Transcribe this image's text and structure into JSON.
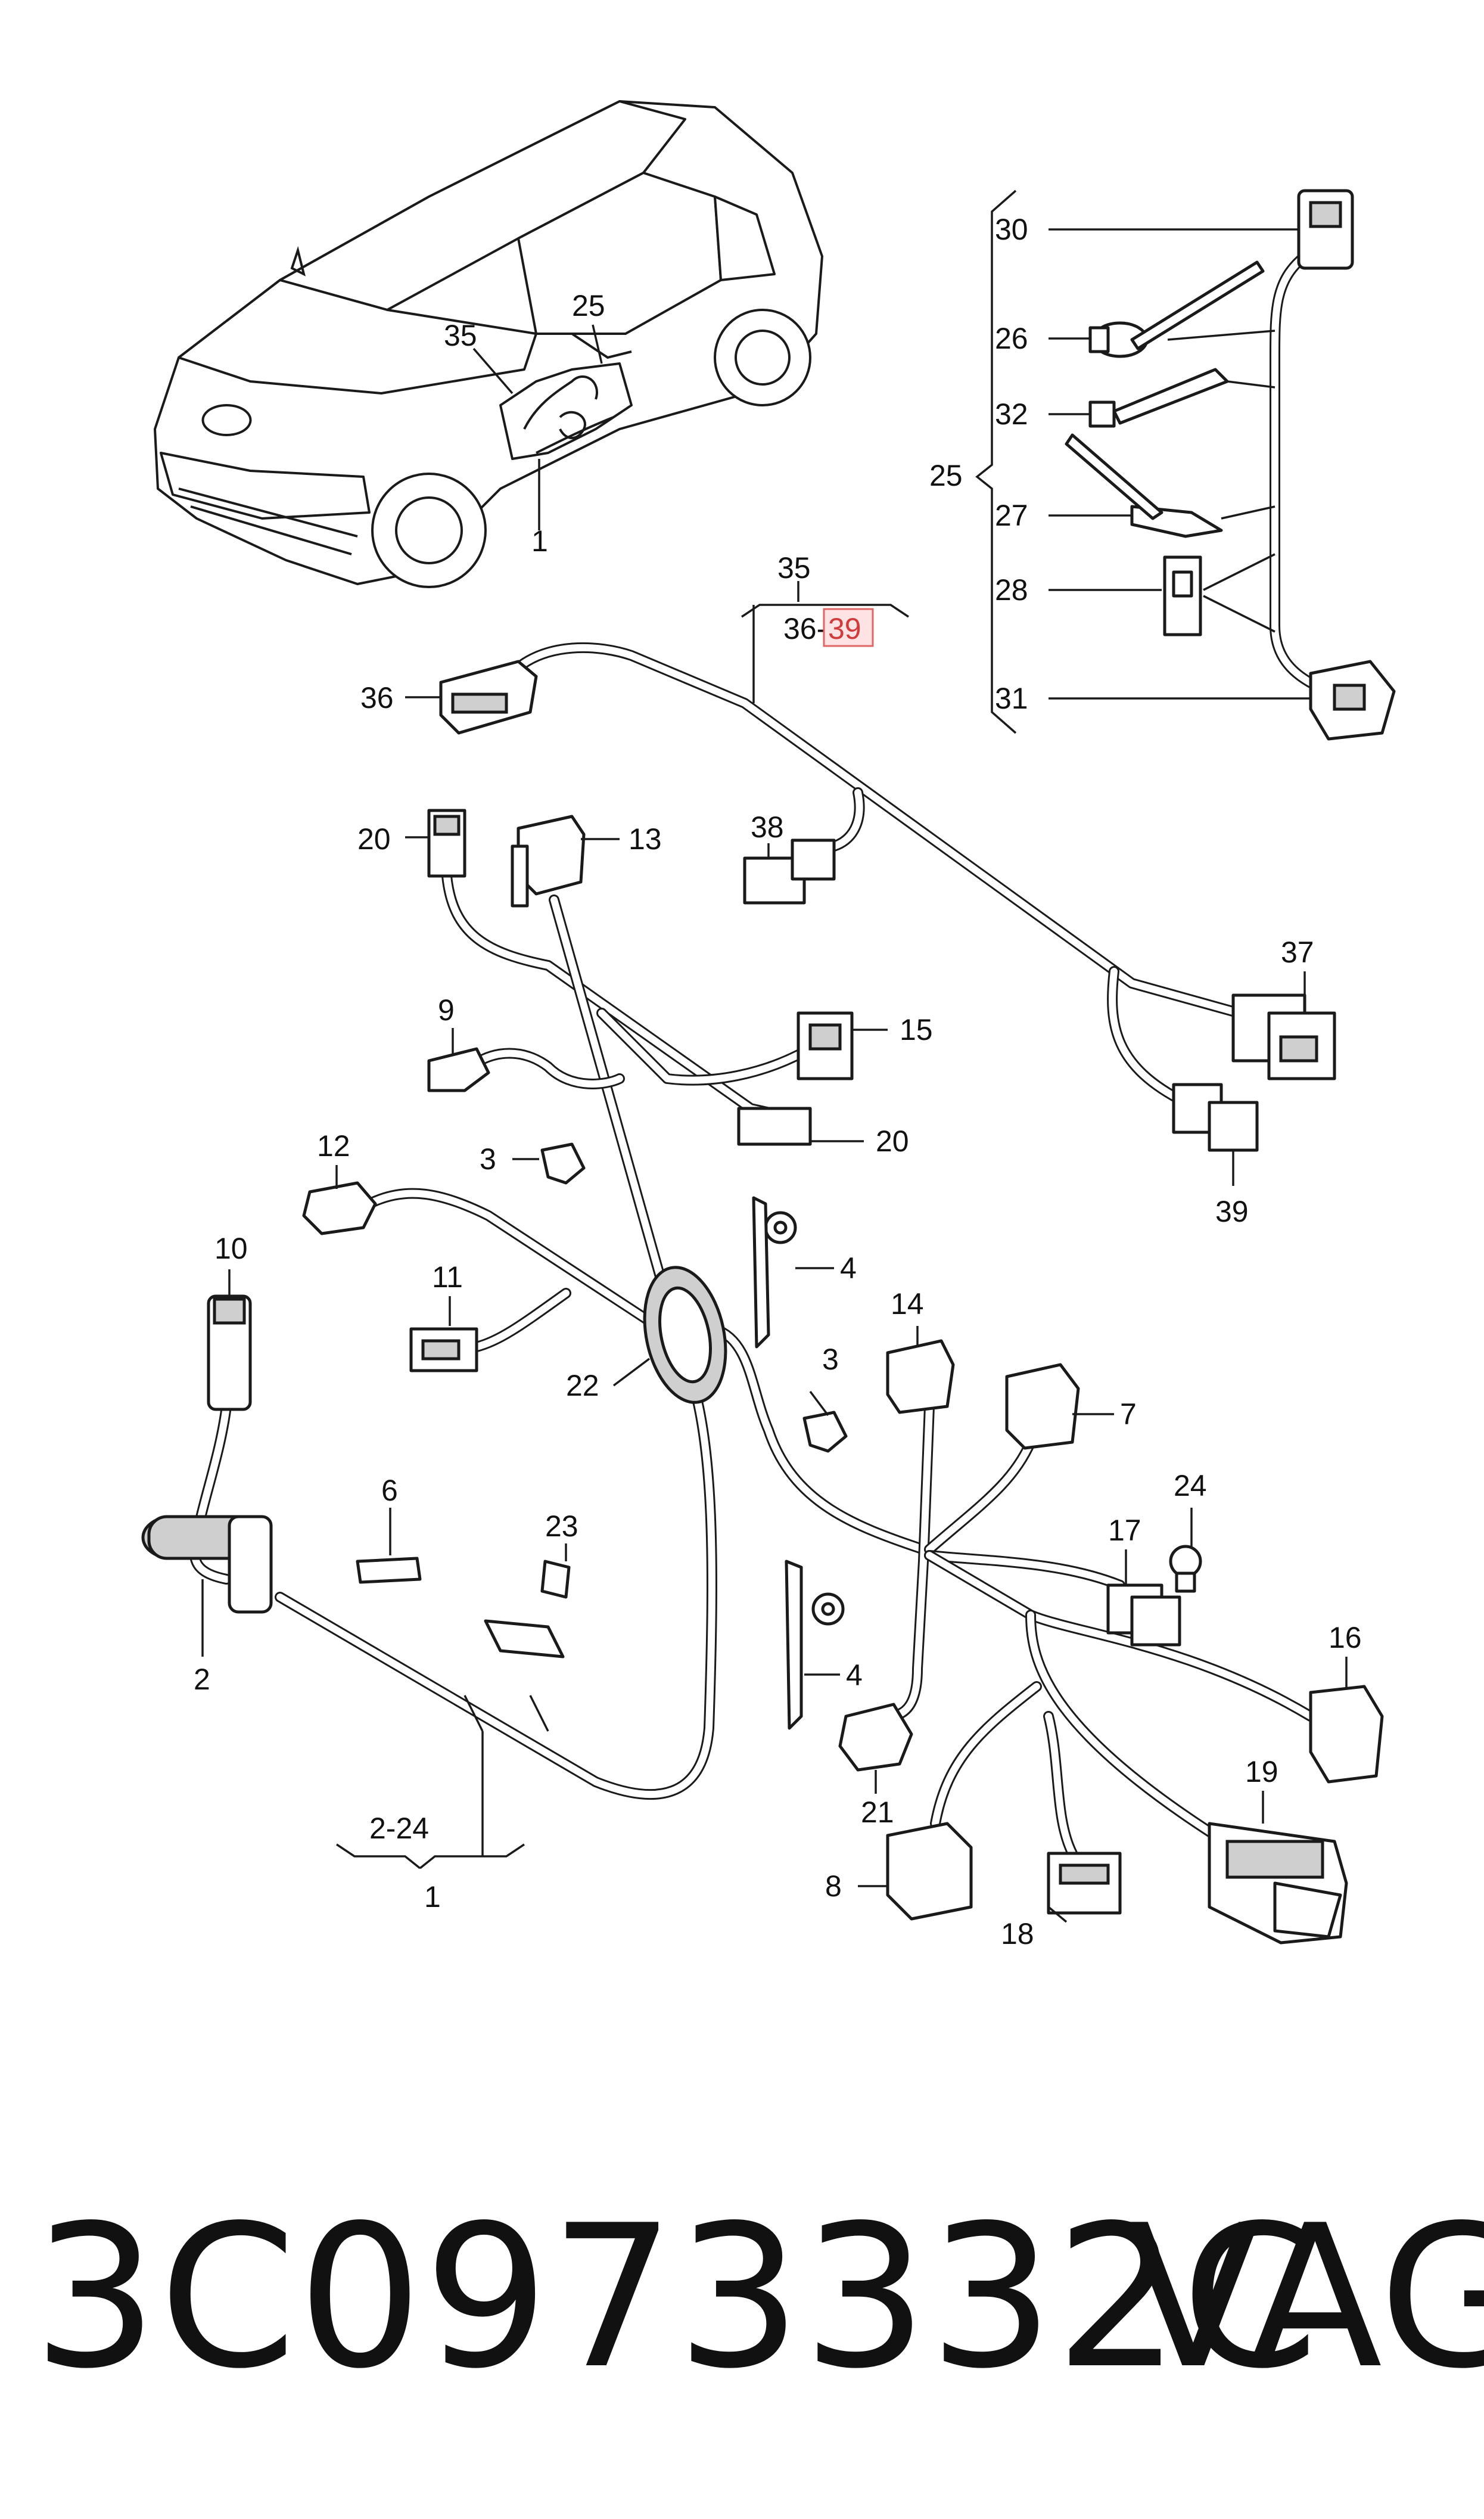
{
  "title": {
    "part_number": "3C0973332C",
    "brand": "VAG"
  },
  "callouts": {
    "c1": "1",
    "c2": "2",
    "c3a": "3",
    "c3b": "3",
    "c4a": "4",
    "c4b": "4",
    "c6": "6",
    "c7": "7",
    "c8": "8",
    "c9": "9",
    "c10": "10",
    "c11": "11",
    "c12": "12",
    "c13": "13",
    "c14": "14",
    "c15": "15",
    "c16": "16",
    "c17": "17",
    "c18": "18",
    "c19": "19",
    "c20a": "20",
    "c20b": "20",
    "c21": "21",
    "c22": "22",
    "c23": "23",
    "c24": "24",
    "c25": "25",
    "c26": "26",
    "c27": "27",
    "c28": "28",
    "c30": "30",
    "c31": "31",
    "c32": "32",
    "c35": "35",
    "c36": "36",
    "c37": "37",
    "c38": "38",
    "c39": "39",
    "range_36": "36-",
    "range_36_end": "39",
    "range_2_24": "2-24",
    "car_1": "1",
    "car_25": "25",
    "car_35": "35"
  },
  "colors": {
    "highlight_fill": "#fde3e3",
    "highlight_stroke": "#e06666",
    "highlight_text": "#d23b3b",
    "line": "#1a1a1a"
  }
}
